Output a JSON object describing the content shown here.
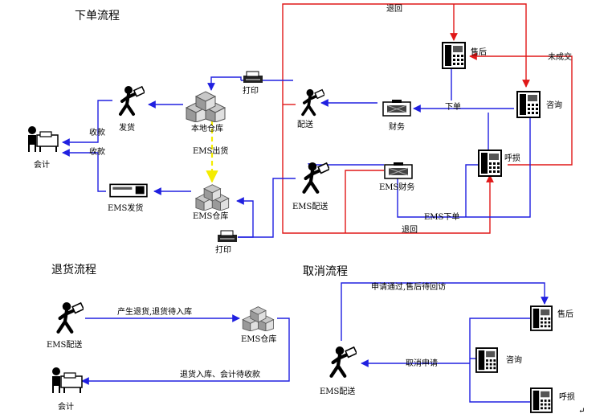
{
  "sections": {
    "order_flow": "下单流程",
    "return_flow": "退货流程",
    "cancel_flow": "取消流程"
  },
  "nodes": {
    "accounting": "会计",
    "ship": "发货",
    "local_warehouse": "本地仓库",
    "print_top": "打印",
    "delivery": "配送",
    "finance": "财务",
    "after_sales": "售后",
    "consult": "咨询",
    "call_loss": "呼损",
    "ems_ship": "EMS发货",
    "ems_warehouse": "EMS仓库",
    "print_bottom": "打印",
    "ems_delivery": "EMS配送",
    "ems_finance": "EMS财务",
    "r_ems_delivery": "EMS配送",
    "r_ems_warehouse": "EMS仓库",
    "r_accounting": "会计",
    "c_after_sales": "售后",
    "c_consult": "咨询",
    "c_call_loss": "呼损",
    "c_ems_delivery": "EMS配送"
  },
  "edges": {
    "collect_1": "收款",
    "collect_2": "收款",
    "ems_out": "EMS出货",
    "return_top": "退回",
    "not_deal": "未成交",
    "order": "下单",
    "ems_order": "EMS下单",
    "return_bottom": "退回",
    "r_gen": "产生退货,退货待入库",
    "r_in": "退货入库、会计待收款",
    "c_apply": "申请通过,售后待回访",
    "c_cancel": "取消申请"
  },
  "colors": {
    "blue": "#2020e0",
    "red": "#e01818",
    "yellow": "#f4ec00"
  },
  "icons": [
    "accountant-icon",
    "courier-icon",
    "boxes-icon",
    "printer-icon",
    "money-machine-icon",
    "phone-icon",
    "envelope-icon"
  ],
  "trailing_mark": "↵"
}
